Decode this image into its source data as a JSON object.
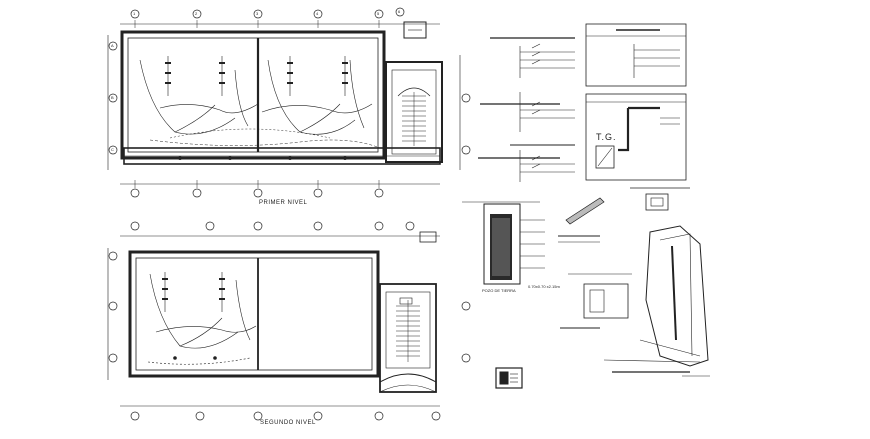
{
  "plans": {
    "first_level_title": "PRIMER NIVEL",
    "second_level_title": "SEGUNDO NIVEL"
  },
  "axes": {
    "column_labels": [
      "1",
      "2",
      "3",
      "4",
      "5",
      "6"
    ],
    "row_labels": [
      "A",
      "B",
      "C"
    ]
  },
  "details": {
    "panel_label": "T.G.",
    "well_label": "POZO DE TIERRA",
    "dimension_note": "0.70x0.70 x2.15m"
  },
  "colors": {
    "ink": "#1a1a1a",
    "line": "#333333",
    "paper": "#ffffff"
  }
}
